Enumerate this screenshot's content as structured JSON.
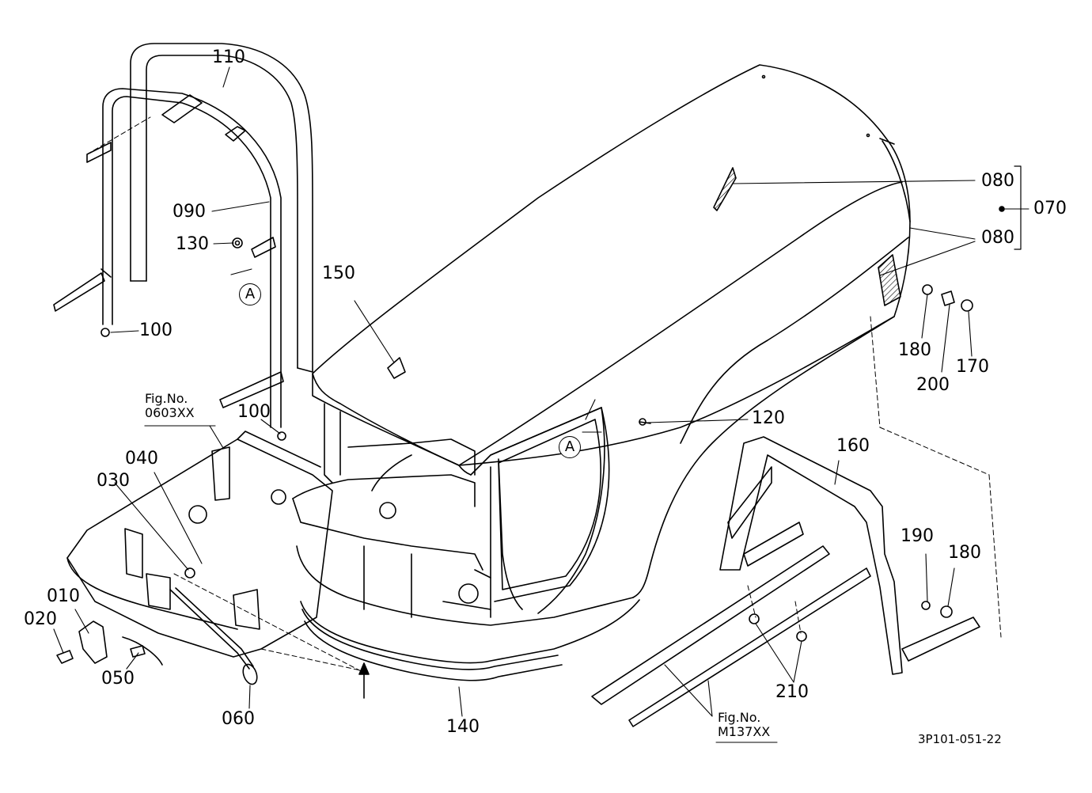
{
  "diagram": {
    "part_labels": {
      "p010": "010",
      "p020": "020",
      "p030": "030",
      "p040": "040",
      "p050": "050",
      "p060": "060",
      "p070": "070",
      "p080a": "080",
      "p080b": "080",
      "p090": "090",
      "p100a": "100",
      "p100b": "100",
      "p110": "110",
      "p120": "120",
      "p130": "130",
      "p140": "140",
      "p150": "150",
      "p160": "160",
      "p170": "170",
      "p180a": "180",
      "p180b": "180",
      "p190": "190",
      "p200": "200",
      "p210": "210"
    },
    "markers": {
      "a1": "A",
      "a2": "A"
    },
    "figure_refs": [
      {
        "line1": "Fig.No.",
        "line2": "0603XX"
      },
      {
        "line1": "Fig.No.",
        "line2": "M137XX"
      }
    ],
    "drawing_number": "3P101-051-22",
    "colors": {
      "ink": "#000000",
      "paper": "#ffffff",
      "hatch": "#000000"
    }
  }
}
